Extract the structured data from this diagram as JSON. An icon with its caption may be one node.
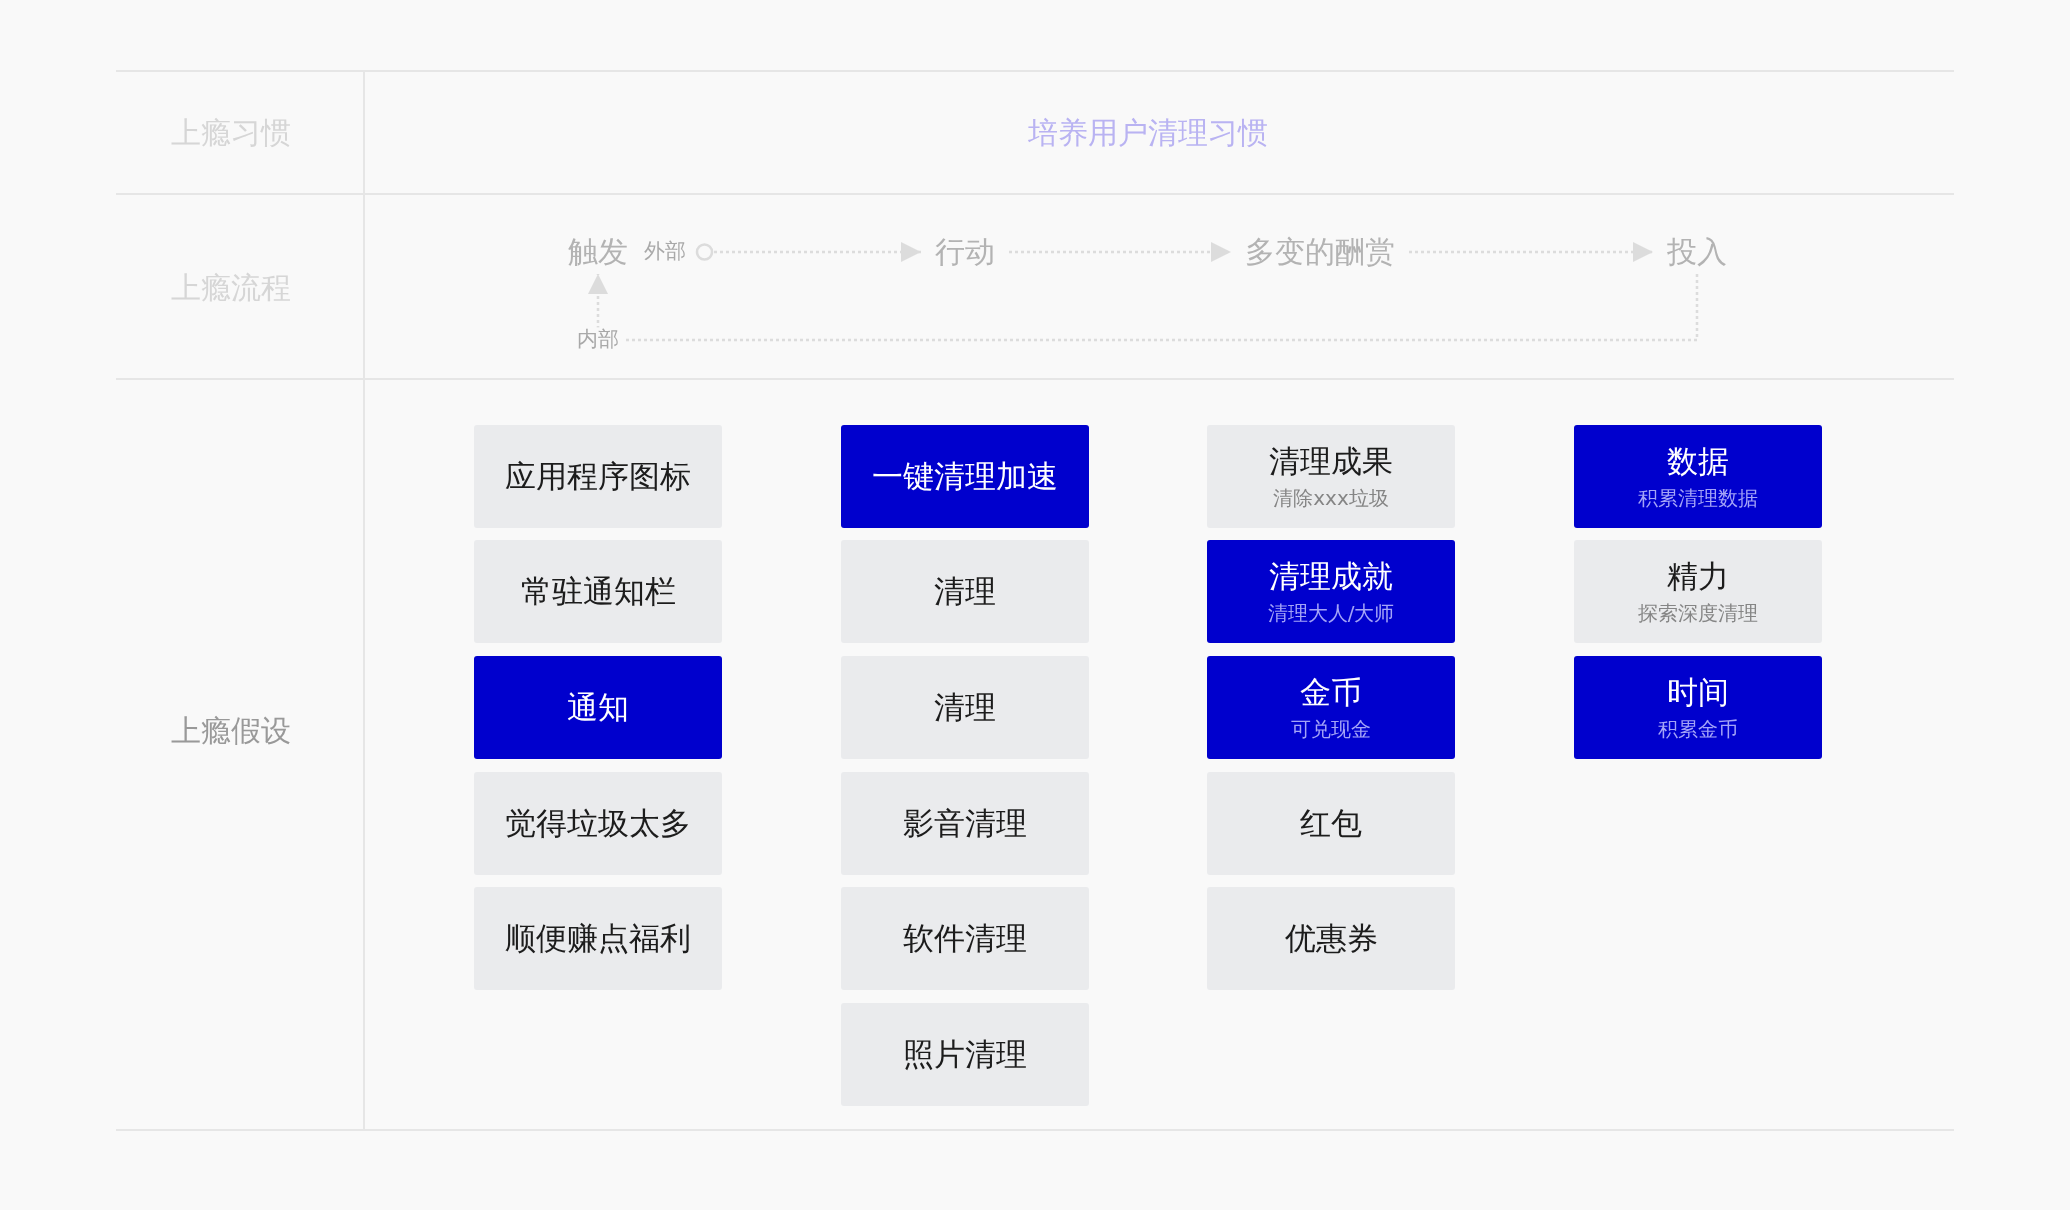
{
  "diagram": {
    "nodes": [
      {
        "text": [
          "触发"
        ],
        "beside": [
          "外部"
        ]
      },
      {
        "text": [
          "行动"
        ]
      },
      {
        "text": [
          "多变的酬赏"
        ]
      },
      {
        "text": [
          "投入"
        ]
      },
      {
        "text": [
          "应用程序图标"
        ]
      },
      {
        "text": [
          "常驻通知栏"
        ]
      },
      {
        "text": [
          "通知"
        ]
      },
      {
        "text": [
          "觉得垃圾太多"
        ]
      },
      {
        "text": [
          "顺便赚点福利"
        ]
      },
      {
        "text": [
          "一键清理加速"
        ]
      },
      {
        "text": [
          "清理"
        ]
      },
      {
        "text": [
          "清理"
        ]
      },
      {
        "text": [
          "影音清理"
        ]
      },
      {
        "text": [
          "软件清理"
        ]
      },
      {
        "text": [
          "照片清理"
        ]
      },
      {
        "text": [
          "清理成果",
          "清除xxx垃圾"
        ]
      },
      {
        "text": [
          "清理成就",
          "清理大人/大师"
        ]
      },
      {
        "text": [
          "金币",
          "可兑现金"
        ]
      },
      {
        "text": [
          "红包"
        ]
      },
      {
        "text": [
          "优惠券"
        ]
      },
      {
        "text": [
          "数据",
          "积累清理数据"
        ]
      },
      {
        "text": [
          "精力",
          "探索深度清理"
        ]
      },
      {
        "text": [
          "时间",
          "积累金币"
        ]
      }
    ],
    "edges": [
      {
        "from": 0,
        "to": 1,
        "arrow": "to"
      },
      {
        "from": 1,
        "to": 2,
        "arrow": "to"
      },
      {
        "from": 2,
        "to": 3,
        "arrow": "to"
      },
      {
        "from": 3,
        "to": 0,
        "arrow": "to",
        "label": "内部"
      }
    ],
    "labels": [
      "上瘾习惯",
      "培养用户清理习惯",
      "上瘾流程",
      "上瘾假设"
    ]
  }
}
